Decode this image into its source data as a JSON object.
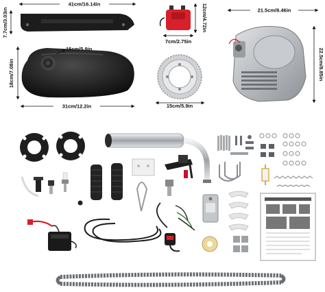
{
  "dimensions": {
    "cover_width": "41cm/16.14in",
    "cover_height": "7.7cm/3.03in",
    "tank_width": "31cm/12.2in",
    "tank_height": "18cm/7.08in",
    "tank_cap": "15cm/5.9in",
    "cdi_height": "12cm/4.72in",
    "cdi_width": "7cm/2.75in",
    "engine_width": "21.5cm/8.46in",
    "engine_height": "22.5cm/8.85in",
    "sprocket_width": "15cm/5.9in"
  },
  "colors": {
    "tank": "#1a1a1a",
    "engine": "#b9bcc0",
    "cdi": "#d8202a",
    "chrome": "#c9ccd0",
    "rubber": "#222222"
  }
}
